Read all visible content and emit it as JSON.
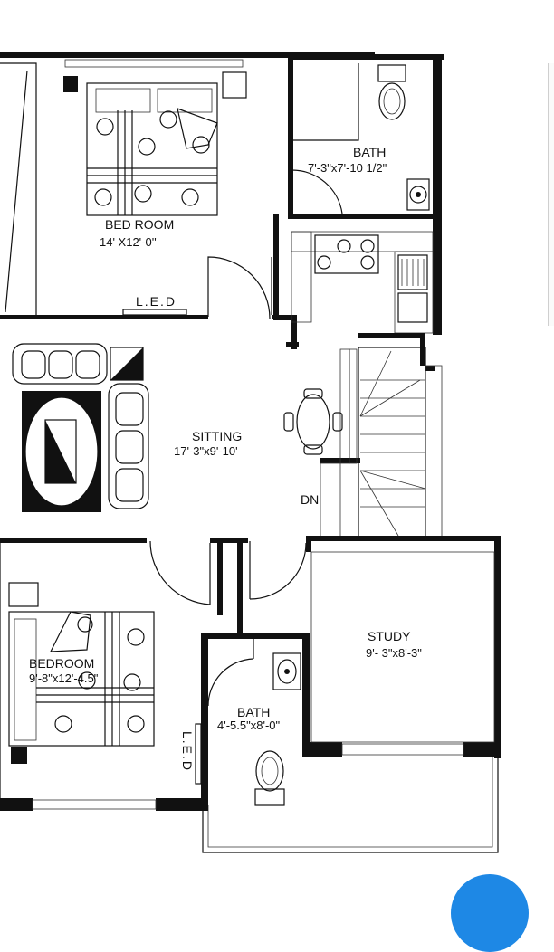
{
  "rooms": {
    "bedroom_top": {
      "name": "BED ROOM",
      "size": "14' X12'-0''"
    },
    "bath_top": {
      "name": "BATH",
      "size": "7'-3\"x7'-10 1/2\""
    },
    "sitting": {
      "name": "SITTING",
      "size": "17'-3\"x9'-10'"
    },
    "study": {
      "name": "STUDY",
      "size": "9'- 3\"x8'-3\""
    },
    "bedroom_bottom": {
      "name": "BEDROOM",
      "size": "9'-8\"x12'-4.5\""
    },
    "bath_bottom": {
      "name": "BATH",
      "size": "4'-5.5\"x8'-0\""
    }
  },
  "labels": {
    "led_top": "L.E.D",
    "led_bottom": "L.E.D",
    "stair_down": "DN"
  },
  "colors": {
    "line": "#111111",
    "background": "#ffffff",
    "fab": "#1e88e5"
  }
}
